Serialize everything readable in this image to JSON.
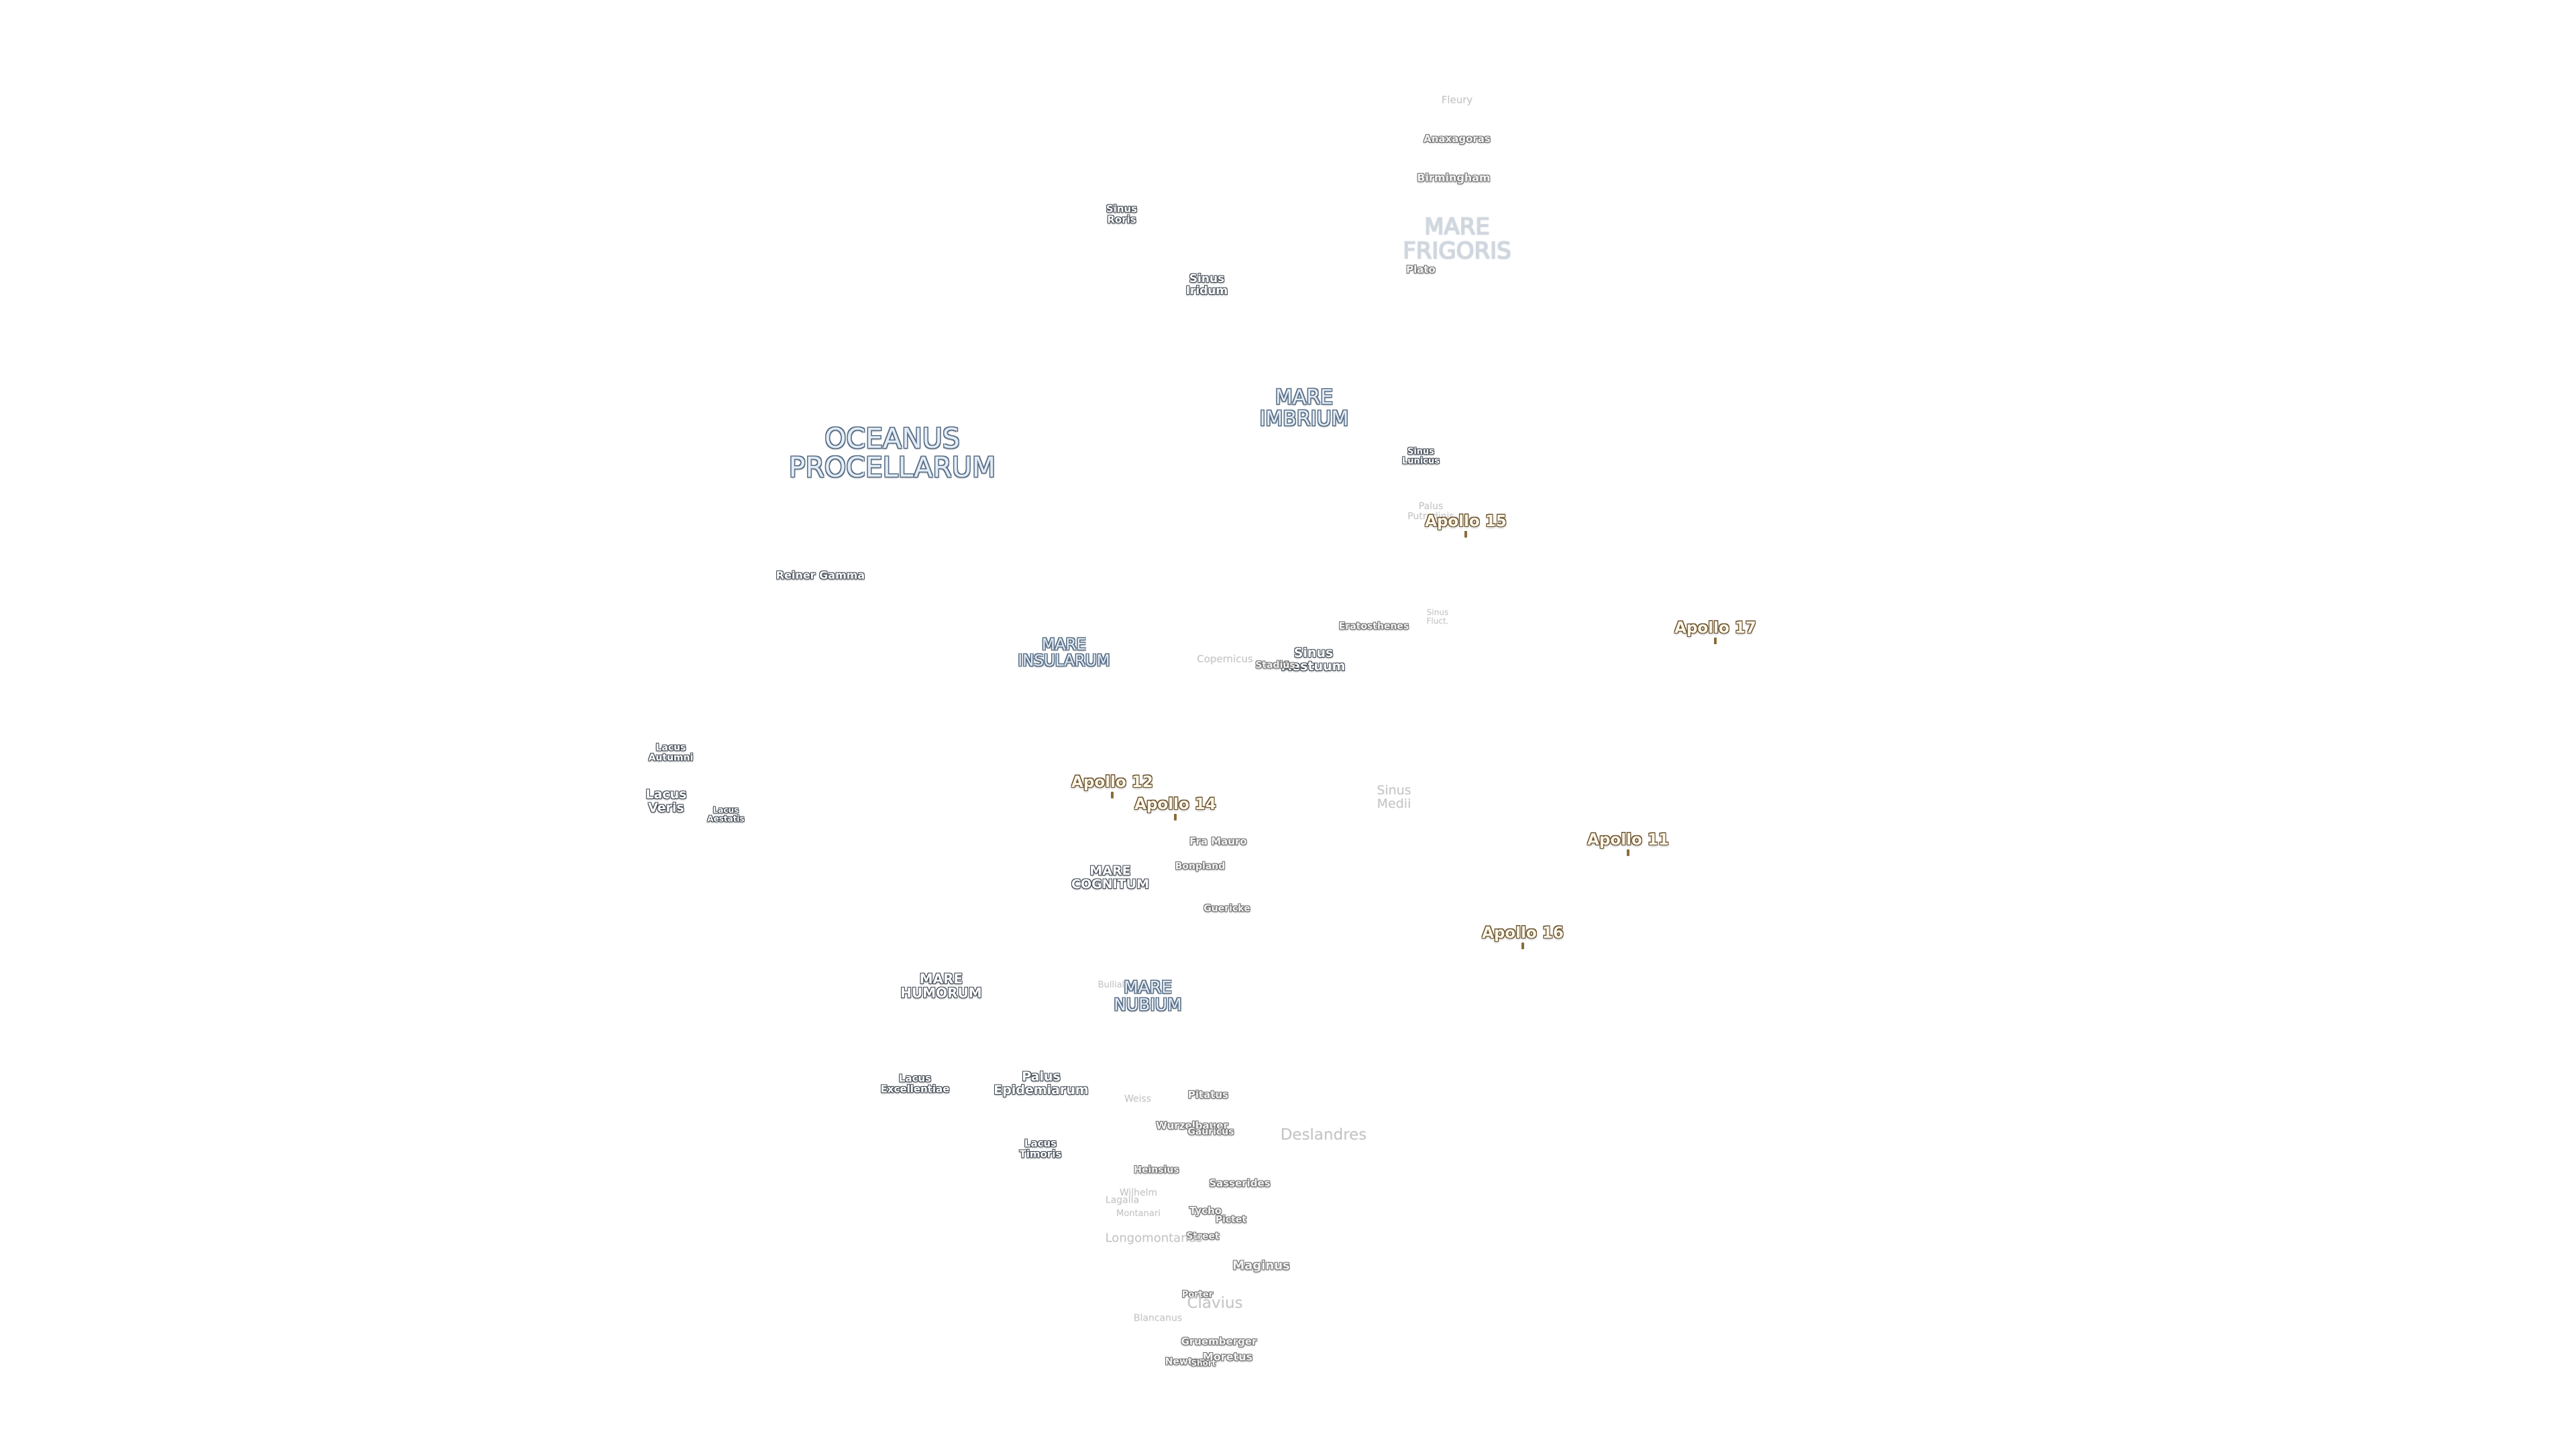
{
  "labels": [
    {
      "id": "fleury",
      "text": "Fleury",
      "kind": "faint-small"
    },
    {
      "id": "anaxagoras",
      "text": "Anaxagoras",
      "kind": "crater"
    },
    {
      "id": "birmingham",
      "text": "Birmingham",
      "kind": "crater"
    },
    {
      "id": "mare-frigoris",
      "text": "MARE\nFRIGORIS",
      "kind": "mare-faint"
    },
    {
      "id": "plato",
      "text": "Plato",
      "kind": "crater"
    },
    {
      "id": "sinus-roris",
      "text": "Sinus\nRoris",
      "kind": "small-dark"
    },
    {
      "id": "sinus-iridum",
      "text": "Sinus\nIridum",
      "kind": "small-dark"
    },
    {
      "id": "mare-imbrium",
      "text": "MARE\nIMBRIUM",
      "kind": "mare"
    },
    {
      "id": "oceanus-procellarum",
      "text": "OCEANUS\nPROCELLARUM",
      "kind": "mare"
    },
    {
      "id": "sinus-lunicus",
      "text": "Sinus\nLunicus",
      "kind": "small-dark"
    },
    {
      "id": "palus-putredinis",
      "text": "Palus\nPutredinis",
      "kind": "small-faint"
    },
    {
      "id": "apollo-15",
      "text": "Apollo 15",
      "kind": "apollo"
    },
    {
      "id": "reiner-gamma",
      "text": "Reiner Gamma",
      "kind": "small-dark"
    },
    {
      "id": "eratosthenes",
      "text": "Eratosthenes",
      "kind": "crater"
    },
    {
      "id": "sinus-aestuum",
      "text": "Sinus\nAestuum",
      "kind": "small-dark"
    },
    {
      "id": "stadius",
      "text": "Stadius",
      "kind": "crater"
    },
    {
      "id": "sinus-fluctus",
      "text": "Sinus\nFluct.",
      "kind": "faint-small"
    },
    {
      "id": "apollo-17",
      "text": "Apollo 17",
      "kind": "apollo"
    },
    {
      "id": "mare-insularum",
      "text": "MARE\nINSULARUM",
      "kind": "mare"
    },
    {
      "id": "copernicus",
      "text": "Copernicus",
      "kind": "faint"
    },
    {
      "id": "lacus-autumni",
      "text": "Lacus\nAutumni",
      "kind": "small-dark"
    },
    {
      "id": "lacus-veris",
      "text": "Lacus\nVeris",
      "kind": "small-dark"
    },
    {
      "id": "lacus-aestatis",
      "text": "Lacus\nAestatis",
      "kind": "small-dark"
    },
    {
      "id": "apollo-12",
      "text": "Apollo 12",
      "kind": "apollo"
    },
    {
      "id": "apollo-14",
      "text": "Apollo 14",
      "kind": "apollo"
    },
    {
      "id": "sinus-medii",
      "text": "Sinus\nMedii",
      "kind": "faint"
    },
    {
      "id": "fra-mauro",
      "text": "Fra Mauro",
      "kind": "crater"
    },
    {
      "id": "apollo-11",
      "text": "Apollo 11",
      "kind": "apollo"
    },
    {
      "id": "bonpland",
      "text": "Bonpland",
      "kind": "crater"
    },
    {
      "id": "mare-cognitum",
      "text": "MARE\nCOGNITUM",
      "kind": "small-dark"
    },
    {
      "id": "guericke",
      "text": "Guericke",
      "kind": "crater"
    },
    {
      "id": "apollo-16",
      "text": "Apollo 16",
      "kind": "apollo"
    },
    {
      "id": "mare-humorum",
      "text": "MARE\nHUMORUM",
      "kind": "small-dark"
    },
    {
      "id": "bullialdus",
      "text": "Bullialdus",
      "kind": "faint-small"
    },
    {
      "id": "mare-nubium",
      "text": "MARE\nNUBIUM",
      "kind": "mare"
    },
    {
      "id": "lacus-excellentiae",
      "text": "Lacus\nExcellentiae",
      "kind": "small-dark"
    },
    {
      "id": "palus-epidemiarum",
      "text": "Palus\nEpidemiarum",
      "kind": "small-dark"
    },
    {
      "id": "weiss",
      "text": "Weiss",
      "kind": "faint-small"
    },
    {
      "id": "pitatus",
      "text": "Pitatus",
      "kind": "crater"
    },
    {
      "id": "wurzelbauer",
      "text": "Wurzelbauer",
      "kind": "crater"
    },
    {
      "id": "gauricus",
      "text": "Gauricus",
      "kind": "crater"
    },
    {
      "id": "deslandres",
      "text": "Deslandres",
      "kind": "faint"
    },
    {
      "id": "lacus-timoris",
      "text": "Lacus\nTimoris",
      "kind": "small-dark"
    },
    {
      "id": "heinsius",
      "text": "Heinsius",
      "kind": "crater"
    },
    {
      "id": "sasserides",
      "text": "Sasserides",
      "kind": "crater"
    },
    {
      "id": "wilhelm",
      "text": "Wilhelm",
      "kind": "faint-small"
    },
    {
      "id": "lagalla",
      "text": "Lagalla",
      "kind": "faint-small"
    },
    {
      "id": "tycho",
      "text": "Tycho",
      "kind": "crater"
    },
    {
      "id": "montanari",
      "text": "Montanari",
      "kind": "faint-small"
    },
    {
      "id": "pictet",
      "text": "Pictet",
      "kind": "crater"
    },
    {
      "id": "street",
      "text": "Street",
      "kind": "crater"
    },
    {
      "id": "longomontanus",
      "text": "Longomontanus",
      "kind": "faint"
    },
    {
      "id": "maginus",
      "text": "Maginus",
      "kind": "crater"
    },
    {
      "id": "porter",
      "text": "Porter",
      "kind": "crater"
    },
    {
      "id": "clavius",
      "text": "Clavius",
      "kind": "faint"
    },
    {
      "id": "blancanus",
      "text": "Blancanus",
      "kind": "faint-small"
    },
    {
      "id": "gruemberger",
      "text": "Gruemberger",
      "kind": "crater"
    },
    {
      "id": "moretus",
      "text": "Moretus",
      "kind": "crater"
    },
    {
      "id": "newton",
      "text": "Newton",
      "kind": "crater"
    },
    {
      "id": "short",
      "text": "Short",
      "kind": "crater"
    }
  ]
}
